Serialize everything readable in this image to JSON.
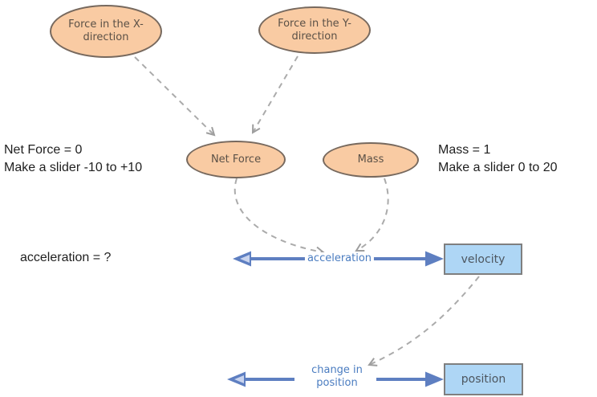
{
  "nodes": {
    "force_x": {
      "line1": "Force in the X-",
      "line2": "direction"
    },
    "force_y": {
      "line1": "Force in the Y-",
      "line2": "direction"
    },
    "net_force": {
      "label": "Net Force"
    },
    "mass": {
      "label": "Mass"
    }
  },
  "stocks": {
    "velocity": {
      "label": "velocity"
    },
    "position": {
      "label": "position"
    }
  },
  "flows": {
    "acceleration": {
      "label": "acceleration"
    },
    "change_in_position": {
      "line1": "change in",
      "line2": "position"
    }
  },
  "annotations": {
    "net_force_note": {
      "line1": "Net Force = 0",
      "line2": "Make a slider -10 to +10"
    },
    "mass_note": {
      "line1": "Mass = 1",
      "line2": "Make a slider 0 to 20"
    },
    "acceleration_note": {
      "text": "acceleration = ?"
    }
  },
  "colors": {
    "canvas_bg": "#FFFFFF",
    "node_fill": "#F9CBA3",
    "node_border": "#77695E",
    "node_text": "#5B5147",
    "stock_fill": "#AED6F5",
    "stock_border": "#7F7F7F",
    "stock_text": "#4D565F",
    "flow_color": "#5E7FC1",
    "flow_notch": "#C9D4EE",
    "flow_label": "#4A7CC0",
    "link_color": "#ABABAB",
    "note_text": "#1F1F1F"
  }
}
